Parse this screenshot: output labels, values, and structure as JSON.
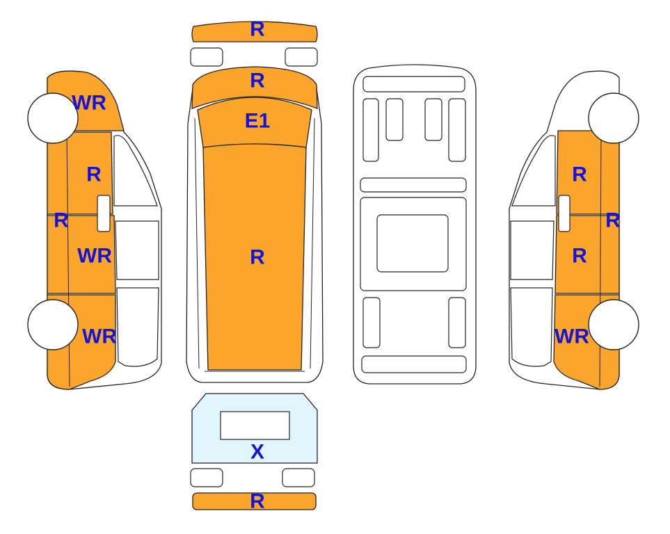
{
  "colors": {
    "damage_fill": "#fba52c",
    "glass_fill": "#e1f5fc",
    "outline": "#222222",
    "label": "#1414d8",
    "background": "#ffffff"
  },
  "views": {
    "left_side": {
      "labels": {
        "front_fender": "WR",
        "front_door": "R",
        "sill": "R",
        "rear_door": "WR",
        "rear_fender": "WR"
      }
    },
    "top": {
      "labels": {
        "front_bumper": "R",
        "hood": "R",
        "windshield": "E1",
        "roof": "R"
      }
    },
    "rear": {
      "labels": {
        "rear_glass": "X",
        "rear_bumper": "R"
      }
    },
    "right_side": {
      "labels": {
        "front_door": "R",
        "sill": "R",
        "rear_door": "R",
        "rear_fender": "WR"
      }
    }
  }
}
